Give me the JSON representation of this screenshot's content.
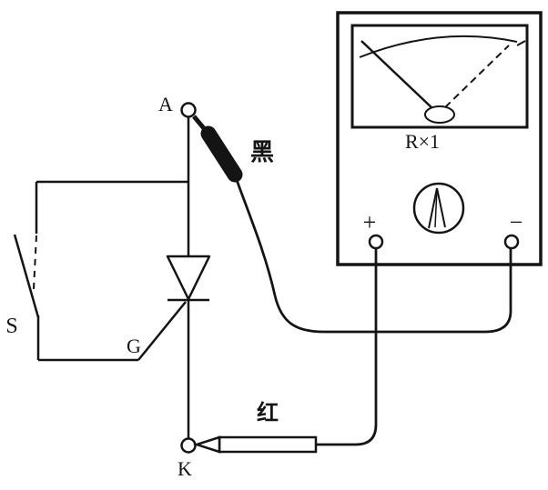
{
  "ink": "#141414",
  "background": "#ffffff",
  "multimeter": {
    "range_label": "R×1",
    "positive_label": "+",
    "negative_label": "−"
  },
  "thyristor": {
    "anode_label": "A",
    "gate_label": "G",
    "cathode_label": "K"
  },
  "switch": {
    "label": "S"
  },
  "probes": {
    "black_label": "黑",
    "red_label": "红"
  }
}
